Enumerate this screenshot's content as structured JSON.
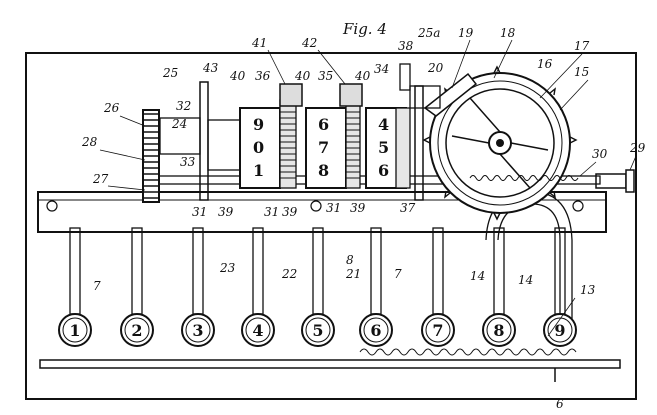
{
  "figure_title": "Fig. 4",
  "keys": [
    "1",
    "2",
    "3",
    "4",
    "5",
    "6",
    "7",
    "8",
    "9"
  ],
  "wheel_digits": {
    "wheel_left": [
      "9",
      "0",
      "1"
    ],
    "wheel_middle": [
      "6",
      "7",
      "8"
    ],
    "wheel_right": [
      "4",
      "5",
      "6"
    ]
  },
  "reference_numerals": [
    "41",
    "42",
    "38",
    "25a",
    "19",
    "18",
    "17",
    "16",
    "15",
    "43",
    "25",
    "40",
    "36",
    "40",
    "35",
    "40",
    "34",
    "20",
    "32",
    "26",
    "24",
    "28",
    "33",
    "27",
    "31",
    "39",
    "31",
    "39",
    "31",
    "39",
    "37",
    "30",
    "29",
    "23",
    "22",
    "8",
    "21",
    "7",
    "14",
    "14",
    "7",
    "13",
    "6"
  ]
}
